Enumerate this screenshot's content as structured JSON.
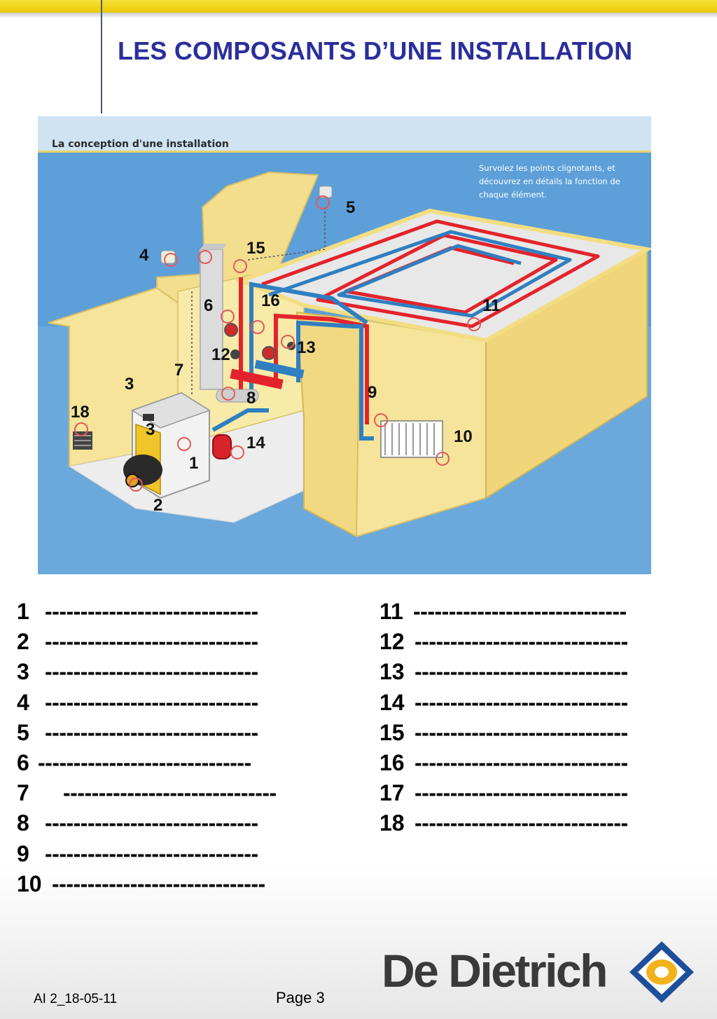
{
  "header": {
    "title": "LES COMPOSANTS D’UNE INSTALLATION"
  },
  "figure": {
    "caption": "La conception d'une installation",
    "hint_lines": [
      "Survolez les points clignotants, et",
      "découvrez en détails la fonction de",
      "chaque élément."
    ],
    "callouts": [
      "1",
      "2",
      "3",
      "3",
      "4",
      "5",
      "6",
      "7",
      "8",
      "9",
      "10",
      "11",
      "12",
      "13",
      "14",
      "15",
      "16",
      "18"
    ],
    "colors": {
      "background": "#5d9fd8",
      "wall": "#f5e49a",
      "hot_pipe": "#e3232b",
      "cold_pipe": "#2f7fc1"
    }
  },
  "legend": {
    "left": [
      {
        "num": "1",
        "line": "------------------------------"
      },
      {
        "num": "2",
        "line": "------------------------------"
      },
      {
        "num": "3",
        "line": "------------------------------"
      },
      {
        "num": "4",
        "line": "------------------------------"
      },
      {
        "num": "5",
        "line": "------------------------------"
      },
      {
        "num": "6",
        "line": "------------------------------"
      },
      {
        "num": "7",
        "line": "------------------------------"
      },
      {
        "num": "8",
        "line": "------------------------------"
      },
      {
        "num": "9",
        "line": "------------------------------"
      },
      {
        "num": "10",
        "line": "------------------------------"
      }
    ],
    "right": [
      {
        "num": "11",
        "line": "------------------------------"
      },
      {
        "num": "12",
        "line": "------------------------------"
      },
      {
        "num": "13",
        "line": "------------------------------"
      },
      {
        "num": "14",
        "line": "------------------------------"
      },
      {
        "num": "15",
        "line": "------------------------------"
      },
      {
        "num": "16",
        "line": "------------------------------"
      },
      {
        "num": "17",
        "line": "------------------------------"
      },
      {
        "num": "18",
        "line": "------------------------------"
      }
    ]
  },
  "footer": {
    "reference": "AI 2_18-05-11",
    "page": "Page 3"
  },
  "brand": {
    "name": "De Dietrich",
    "logo_colors": [
      "#1e4f9a",
      "#f2b21b"
    ]
  }
}
